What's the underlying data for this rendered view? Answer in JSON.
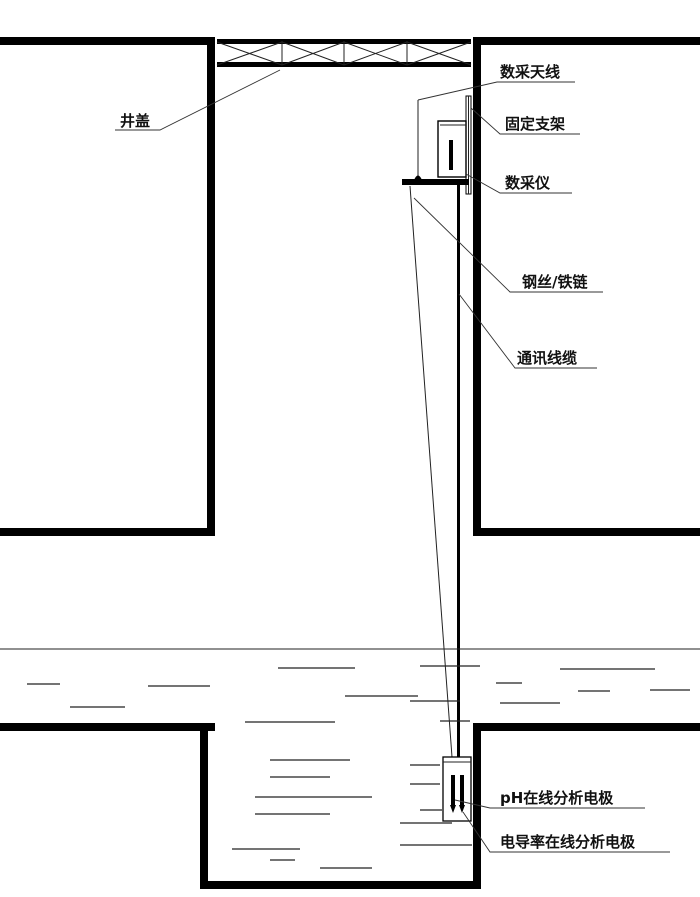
{
  "labels": {
    "well_cover": "井盖",
    "antenna": "数采天线",
    "bracket": "固定支架",
    "data_logger": "数采仪",
    "steel_wire": "钢丝/铁链",
    "comm_cable": "通讯线缆",
    "ph_electrode": "pH在线分析电极",
    "conductivity_electrode": "电导率在线分析电极"
  },
  "colors": {
    "wall": "#000000",
    "line": "#222222",
    "background": "#ffffff"
  }
}
